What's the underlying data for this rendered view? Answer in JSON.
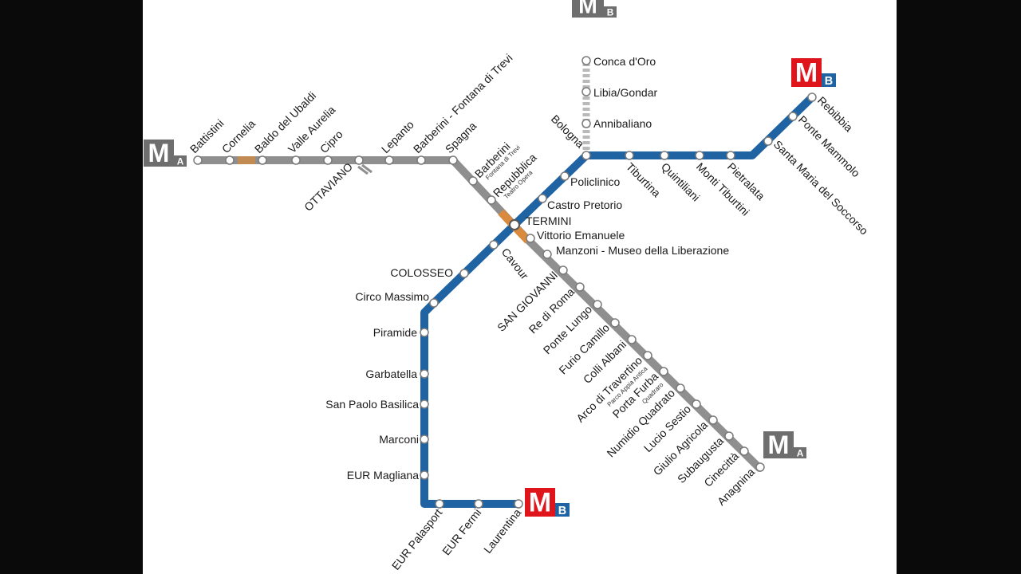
{
  "colors": {
    "line_a": "#8f8f8f",
    "line_b": "#1f63a3",
    "line_b1_ext": "#b9b9b9",
    "interchange": "#d98a3c",
    "logo_red": "#e0141b",
    "logo_grey": "#6e6e6e",
    "logo_blue": "#1f63a3",
    "station_fill": "#ffffff",
    "background": "#ffffff",
    "frame": "#0a0a0a"
  },
  "logos": [
    {
      "id": "logo-b-top",
      "m": "M",
      "line": "B",
      "m_color": "#6e6e6e",
      "badge_color": "#6e6e6e"
    },
    {
      "id": "logo-a-left",
      "m": "M",
      "line": "A",
      "m_color": "#6e6e6e",
      "badge_color": "#6e6e6e"
    },
    {
      "id": "logo-b-rebibbia",
      "m": "M",
      "line": "B",
      "m_color": "#e0141b",
      "badge_color": "#1f63a3"
    },
    {
      "id": "logo-a-anagnina",
      "m": "M",
      "line": "A",
      "m_color": "#6e6e6e",
      "badge_color": "#6e6e6e"
    },
    {
      "id": "logo-b-laurentina",
      "m": "M",
      "line": "B",
      "m_color": "#e0141b",
      "badge_color": "#1f63a3"
    }
  ],
  "line_a_stations": [
    {
      "name": "Battistini"
    },
    {
      "name": "Cornelia"
    },
    {
      "name": "Baldo del Ubaldi"
    },
    {
      "name": "Valle Aurelia"
    },
    {
      "name": "Cipro"
    },
    {
      "name": "OTTAVIANO"
    },
    {
      "name": "Lepanto"
    },
    {
      "name": "Barberini - Fontana di Trevi"
    },
    {
      "name": "Spagna"
    },
    {
      "name": "Barberini",
      "sub": "Fontana di Trevi"
    },
    {
      "name": "Repubblica",
      "sub": "Teatro Opera"
    },
    {
      "name": "TERMINI"
    },
    {
      "name": "Vittorio Emanuele"
    },
    {
      "name": "Manzoni - Museo della Liberazione"
    },
    {
      "name": "SAN GIOVANNI"
    },
    {
      "name": "Re di Roma"
    },
    {
      "name": "Ponte Lungo"
    },
    {
      "name": "Furio Camillo"
    },
    {
      "name": "Colli Albani"
    },
    {
      "name": "Arco di Travertino",
      "sub": "Parco Appia Antica"
    },
    {
      "name": "Porta Furba",
      "sub": "Quadraro"
    },
    {
      "name": "Numidio Quadrato"
    },
    {
      "name": "Lucio Sestio"
    },
    {
      "name": "Giulio Agricola"
    },
    {
      "name": "Subaugusta"
    },
    {
      "name": "Cinecittà"
    },
    {
      "name": "Anagnina"
    }
  ],
  "line_b_stations": [
    {
      "name": "Rebibbia"
    },
    {
      "name": "Ponte Mammolo"
    },
    {
      "name": "Santa Maria del Soccorso"
    },
    {
      "name": "Pietralata"
    },
    {
      "name": "Monti Tiburtini"
    },
    {
      "name": "Quintiliani"
    },
    {
      "name": "Tiburtina"
    },
    {
      "name": "Bologna"
    },
    {
      "name": "Policlinico"
    },
    {
      "name": "Castro Pretorio"
    },
    {
      "name": "TERMINI"
    },
    {
      "name": "Cavour"
    },
    {
      "name": "COLOSSEO"
    },
    {
      "name": "Circo Massimo"
    },
    {
      "name": "Piramide"
    },
    {
      "name": "Garbatella"
    },
    {
      "name": "San Paolo Basilica"
    },
    {
      "name": "Marconi"
    },
    {
      "name": "EUR Magliana"
    },
    {
      "name": "EUR Palasport"
    },
    {
      "name": "EUR Fermi"
    },
    {
      "name": "Laurentina"
    }
  ],
  "line_b1_stations": [
    {
      "name": "Conca d'Oro"
    },
    {
      "name": "Libia/Gondar"
    },
    {
      "name": "Annibaliano"
    }
  ]
}
